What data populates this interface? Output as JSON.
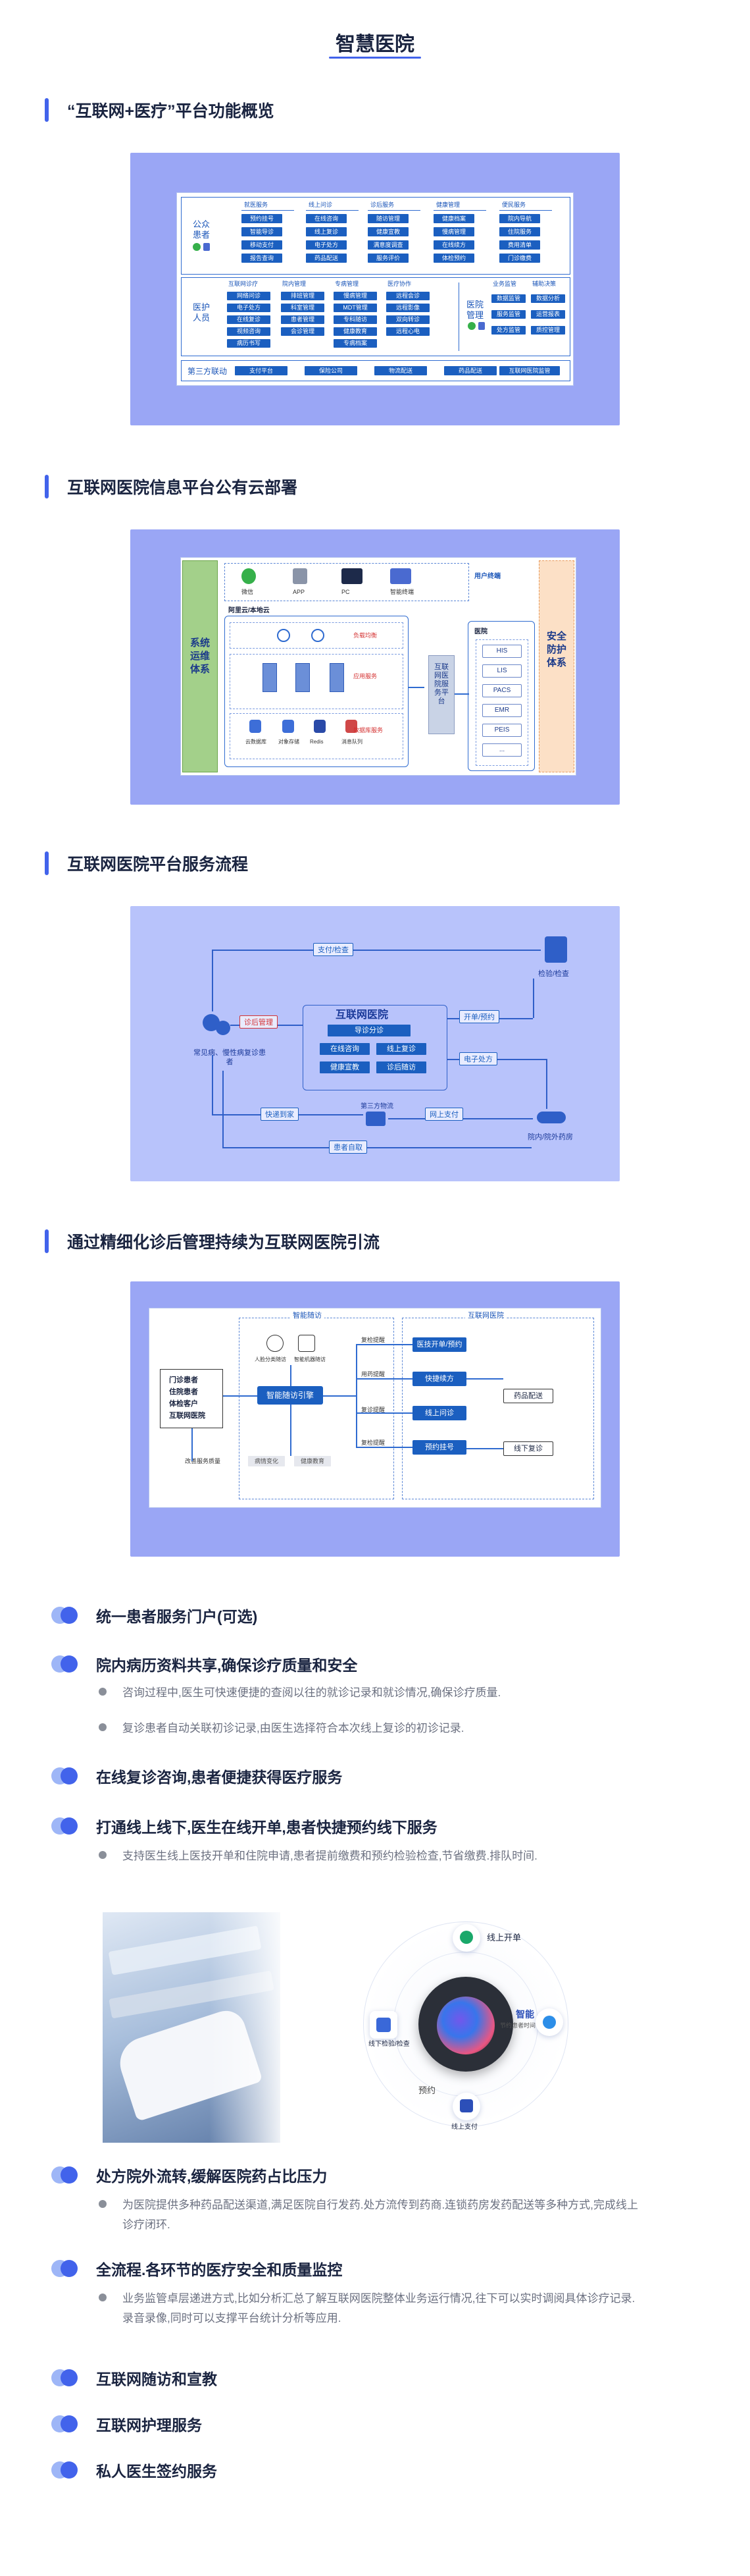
{
  "page": {
    "title": "智慧医院"
  },
  "sections": [
    {
      "title": "“互联网+医疗”平台功能概览"
    },
    {
      "title": "互联网医院信息平台公有云部署"
    },
    {
      "title": "互联网医院平台服务流程"
    },
    {
      "title": "通过精细化诊后管理持续为互联网医院引流"
    }
  ],
  "fig1": {
    "row1_label": "公众患者",
    "row1_groups": [
      {
        "title": "就医服务",
        "items": [
          "预约挂号",
          "智能导诊",
          "移动支付",
          "报告查询"
        ]
      },
      {
        "title": "线上问诊",
        "items": [
          "在线咨询",
          "线上复诊",
          "电子处方",
          "药品配送"
        ]
      },
      {
        "title": "诊后服务",
        "items": [
          "随访管理",
          "健康宣教",
          "满意度调查",
          "服务评价"
        ]
      },
      {
        "title": "健康管理",
        "items": [
          "健康档案",
          "慢病管理",
          "在线续方",
          "体检预约"
        ]
      },
      {
        "title": "便民服务",
        "items": [
          "院内导航",
          "住院服务",
          "费用清单",
          "门诊缴费"
        ]
      }
    ],
    "row2_label": "医护人员",
    "row2_groups": [
      {
        "title": "互联网诊疗",
        "items": [
          "网络问诊",
          "电子处方",
          "在线复诊",
          "视频咨询",
          "病历书写"
        ]
      },
      {
        "title": "院内管理",
        "items": [
          "排班管理",
          "科室管理",
          "患者管理",
          "会诊管理"
        ]
      },
      {
        "title": "专病管理",
        "items": [
          "慢病管理",
          "MDT管理",
          "专科随访",
          "健康教育",
          "专病档案"
        ]
      },
      {
        "title": "医疗协作",
        "items": [
          "远程会诊",
          "远程影像",
          "双向转诊",
          "远程心电"
        ]
      }
    ],
    "row2_right_label": "医院管理",
    "row2_right_groups": [
      {
        "title": "业务监管",
        "items": [
          "数据监管",
          "服务监管",
          "处方监管"
        ]
      },
      {
        "title": "辅助决策",
        "items": [
          "数据分析",
          "运营报表",
          "质控管理"
        ]
      }
    ],
    "row3_label": "第三方联动",
    "row3_items": [
      "支付平台",
      "保险公司",
      "物流配送",
      "药品配送",
      "互联网医院监管"
    ]
  },
  "fig2": {
    "left_label": "系统运维体系",
    "right_label": "安全防护体系",
    "client_label": "用户终端",
    "clients": [
      "微信",
      "APP",
      "PC",
      "智能终端"
    ],
    "cloud_label": "阿里云/本地云",
    "service_layer": "负载均衡",
    "app_layer": "应用服务",
    "data_layer": "数据库服务",
    "center_label": "互联网医院服务平台",
    "hospital_label": "医院",
    "hospital_systems": [
      "HIS",
      "LIS",
      "PACS",
      "EMR",
      "PEIS",
      "..."
    ],
    "db_items": [
      "云数据库",
      "对象存储",
      "Redis",
      "消息队列"
    ]
  },
  "fig3": {
    "patient_label": "常见病、慢性病复诊患者",
    "platform_title": "互联网医院",
    "platform_items": [
      "导诊分诊",
      "在线咨询",
      "线上复诊",
      "健康宣教",
      "诊后随访"
    ],
    "exam_label": "检验/检查",
    "pharmacy_label": "院内/院外药房",
    "logistics_label": "第三方物流",
    "arrows": [
      "支付/检查",
      "诊后管理",
      "开单/预约",
      "电子处方",
      "快递到家",
      "网上支付",
      "患者自取"
    ]
  },
  "fig4": {
    "left_box": [
      "门诊患者",
      "住院患者",
      "体检客户",
      "互联网医院"
    ],
    "group_left": "智能随访",
    "group_right": "互联网医院",
    "ai_items": [
      "人脸分类随访",
      "智能机器随访"
    ],
    "center_node": "智能随访引擎",
    "bottom_items": [
      "病情变化",
      "健康教育"
    ],
    "left_bottom_label": "改善服务质量",
    "mid_labels": [
      "复检提醒",
      "用药提醒",
      "复诊提醒",
      "复检提醒"
    ],
    "right_items": [
      "医技开单/预约",
      "快捷续方",
      "线上问诊",
      "预约挂号"
    ],
    "far_right": [
      "药品配送",
      "线下复诊"
    ]
  },
  "features": [
    {
      "title": "统一患者服务门户(可选)",
      "bullets": []
    },
    {
      "title": "院内病历资料共享,确保诊疗质量和安全",
      "bullets": [
        "咨询过程中,医生可快速便捷的查阅以往的就诊记录和就诊情况,确保诊疗质量.",
        "复诊患者自动关联初诊记录,由医生选择符合本次线上复诊的初诊记录."
      ]
    },
    {
      "title": "在线复诊咨询,患者便捷获得医疗服务",
      "bullets": []
    },
    {
      "title": "打通线上线下,医生在线开单,患者快捷预约线下服务",
      "bullets": [
        "支持医生线上医技开单和住院申请,患者提前缴费和预约检验检查,节省缴费.排队时间."
      ]
    },
    {
      "title": "处方院外流转,缓解医院药占比压力",
      "bullets": [
        "为医院提供多种药品配送渠道,满足医院自行发药.处方流传到药商.连锁药房发药配送等多种方式,完成线上诊疗闭环."
      ]
    },
    {
      "title": "全流程.各环节的医疗安全和质量监控",
      "bullets": [
        "业务监管卓层递进方式,比如分析汇总了解互联网医院整体业务运行情况,往下可以实时调阅具体诊疗记录.录音录像,同时可以支撑平台统计分析等应用."
      ]
    },
    {
      "title": "互联网随访和宣教",
      "bullets": []
    },
    {
      "title": "互联网护理服务",
      "bullets": []
    },
    {
      "title": "私人医生签约服务",
      "bullets": []
    }
  ],
  "orbit": {
    "top": "线上开单",
    "right_title": "智能",
    "right_sub": "节约患者时间",
    "left": "线下检验/检查",
    "bottom": "线上支付",
    "bottom_left": "预约"
  },
  "colors": {
    "accent": "#4263eb",
    "panel": "#9aa6f5",
    "diagram_blue": "#1b5fc0",
    "text_dark": "#1a2440"
  }
}
